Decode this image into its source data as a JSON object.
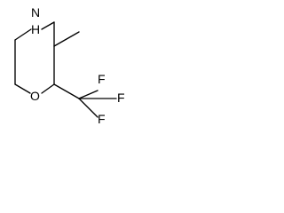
{
  "molecule": {
    "atoms": {
      "N": "N",
      "H": "H",
      "O": "O",
      "F1": "F",
      "F2": "F",
      "F3": "F"
    },
    "colors": {
      "bond": "#000000",
      "label": "#000000",
      "background": "#ffffff"
    }
  }
}
